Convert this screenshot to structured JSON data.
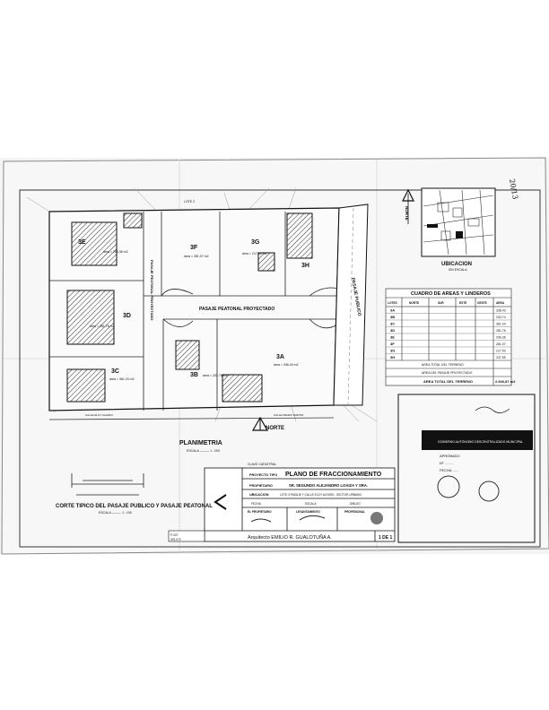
{
  "plan": {
    "lot_labels": [
      "3E",
      "3D",
      "3C",
      "3F",
      "3G",
      "3H",
      "3A",
      "3B"
    ],
    "area_3e": "área = 296.36 m2",
    "area_3d": "área = 281.76 m2",
    "area_3c": "área = 361.20 m2",
    "area_3f": "área = 281.07 m2",
    "area_3g": "área = 217.53 m2",
    "area_3a": "área = 336.43 m2",
    "area_3b": "área = 202.76 m2",
    "lote_label": "LOTE 2",
    "pasaje_peatonal": "PASAJE PEATONAL PROYECTADO",
    "pasaje_peatonal_vertical": "PASAJE PEATONAL PROYECTADO",
    "pasaje_publico": "PASAJE PUBLICO",
    "norte": "NORTE",
    "planimetria_title": "PLANIMETRIA",
    "planimetria_scale": "ESCALA ——— 1 : 200",
    "corte_title": "CORTE TIPICO DEL PASAJE PUBLICO Y PASAJE PEATONAL",
    "corte_scale": "ESCALA ——— 1 : 100",
    "street_bottom": "CALLE ELOY ALFARO",
    "street_bottom2": "CALLE PEDRO MARTIN"
  },
  "location": {
    "title": "UBICACION",
    "norte": "NORTE",
    "scale": "SIN ESCALA"
  },
  "areas_table": {
    "title": "CUADRO DE AREAS Y LINDEROS",
    "headers": [
      "LOTES",
      "NORTE",
      "SUR",
      "ESTE",
      "OESTE",
      "AREA"
    ],
    "rows": [
      {
        "lote": "3A",
        "area": "336.43"
      },
      {
        "lote": "3B",
        "area": "202.74"
      },
      {
        "lote": "3C",
        "area": "361.20"
      },
      {
        "lote": "3D",
        "area": "281.76"
      },
      {
        "lote": "3E",
        "area": "296.36"
      },
      {
        "lote": "3F",
        "area": "281.07"
      },
      {
        "lote": "3G",
        "area": "217.53"
      },
      {
        "lote": "3H",
        "area": "237.55"
      }
    ],
    "total_lotes_label": "AREA TOTAL DEL TERRENO",
    "pasaje_label": "AREA DEL PASAJE PROYECTADO",
    "total_label": "AREA TOTAL DEL TERRENO",
    "total_value": "2.540,87 m2"
  },
  "title_block": {
    "stamp_top": "CLAVE CATASTRAL",
    "main_title": "PLANO DE FRACCIONAMIENTO",
    "proyecto_label": "PROYECTO TIPO",
    "propietario_label": "PROPIETARIO",
    "propietario_value": "SR. SEGUNDO ALEJANDRO LOAIZA Y SRA.",
    "ubicacion_label": "UBICACION",
    "ubicacion_value": "LOTE 3 PASAJE Y CALLE ELOY ALFARO - SECTOR URBANO",
    "fecha_label": "FECHA",
    "escala_label": "ESCALA",
    "dibujo_label": "DIBUJO",
    "propietario_sign": "EL PROPIETARIO",
    "levantamiento_sign": "LEVANTAMIENTO",
    "profesional_sign": "PROFESIONAL",
    "arquitecto": "Arquitecto   EMILIO   R.   GUALOTUÑA   A.",
    "sheet": "1 DE 1",
    "left_code1": "P-007",
    "left_code2": "ISS-079"
  },
  "stamp": {
    "header": "GOBIERNO AUTONOMO DESCENTRALIZADO MUNICIPAL",
    "line1": "APROBADO",
    "line2": "Nº .........",
    "line3": "FECHA ......"
  },
  "margin_note": "20/13"
}
